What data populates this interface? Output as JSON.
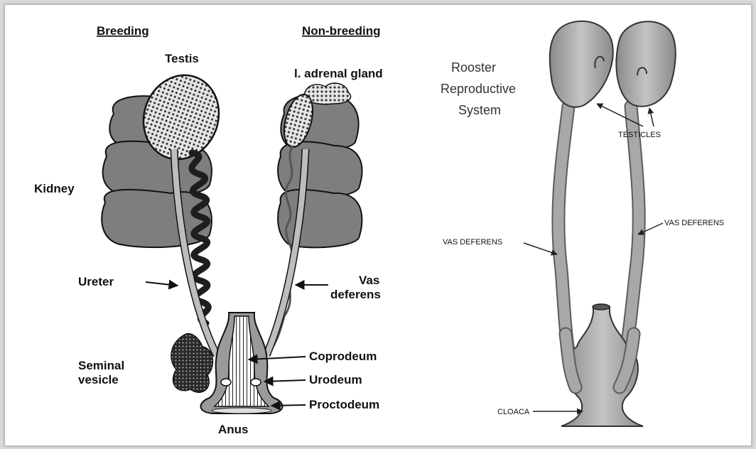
{
  "colors": {
    "kidney": "#7e7e7e",
    "kidney_dark": "#5a5a5a",
    "duct": "#bdbdbd",
    "coil": "#1e1e1e",
    "rooster_organ": "#a8a8a8",
    "background": "#ffffff"
  },
  "left_diagram": {
    "header_breeding": "Breeding",
    "header_nonbreeding": "Non-breeding",
    "labels": {
      "testis": "Testis",
      "adrenal": "l. adrenal gland",
      "kidney": "Kidney",
      "ureter": "Ureter",
      "vas_line1": "Vas",
      "vas_line2": "deferens",
      "seminal_line1": "Seminal",
      "seminal_line2": "vesicle",
      "coprodeum": "Coprodeum",
      "urodeum": "Urodeum",
      "proctodeum": "Proctodeum",
      "anus": "Anus"
    }
  },
  "right_diagram": {
    "title_lines": [
      "Rooster",
      "Reproductive",
      "System"
    ],
    "labels": {
      "testicles": "TESTICLES",
      "vas_left": "VAS DEFERENS",
      "vas_right": "VAS DEFERENS",
      "cloaca": "CLOACA"
    }
  }
}
